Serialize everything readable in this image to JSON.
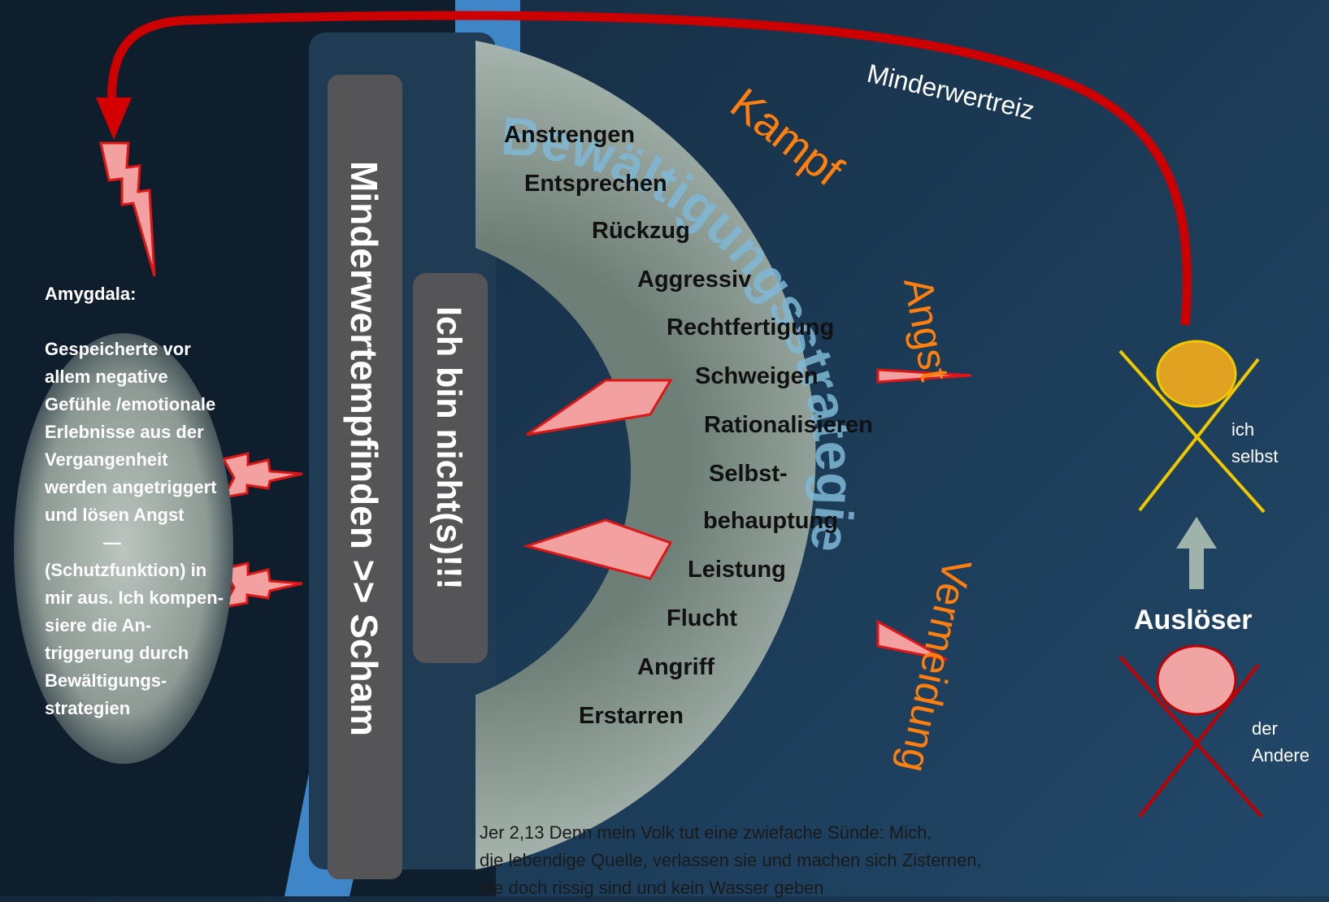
{
  "title_arc": "Bewältigungsstrategie",
  "strategies": [
    "Anstrengen",
    "Entsprechen",
    "Rückzug",
    "Aggressiv",
    "Rechtfertigung",
    "Schweigen",
    "Rationalisieren",
    "Selbst-",
    "behauptung",
    "Leistung",
    "Flucht",
    "Angriff",
    "Erstarren"
  ],
  "reactions": {
    "fight": "Kampf",
    "fear": "Angst",
    "avoid": "Vermeidung"
  },
  "arc_label": "Minderwertreiz",
  "bars": {
    "outer": "Minderwertempfinden >> Scham",
    "inner": "Ich bin nicht(s)!!!"
  },
  "amygdala": {
    "heading": "Amygdala:",
    "lines_a": [
      "Gespeicherte vor",
      "allem negative",
      "Gefühle /emotionale",
      "Erlebnisse aus der",
      "Vergangenheit",
      "werden angetriggert",
      "und lösen Angst"
    ],
    "dash": "—",
    "lines_b": [
      "(Schutzfunktion) in",
      "mir aus. Ich kompen-",
      "siere die An-",
      "triggerung durch",
      "Bewältigungs-",
      "strategien"
    ]
  },
  "trigger": {
    "label": "Auslöser",
    "self_lines": [
      "ich",
      "selbst"
    ],
    "other_lines": [
      "der",
      "Andere"
    ]
  },
  "verse_lines": [
    "Jer 2,13 Denn mein Volk tut eine zwiefache Sünde: Mich,",
    "die lebendige Quelle, verlassen sie und machen sich Zisternen,",
    "die doch rissig sind und kein Wasser geben"
  ],
  "colors": {
    "accent_orange": "#ff7f0e",
    "arrow_red": "#cc0000",
    "bolt_pink": "#f3a0a0",
    "self_gold": "#e0a020",
    "cross_yellow": "#f0c800",
    "other_pink": "#f0a4a4",
    "cross_red": "#c00000",
    "bar_gray": "#555558"
  }
}
